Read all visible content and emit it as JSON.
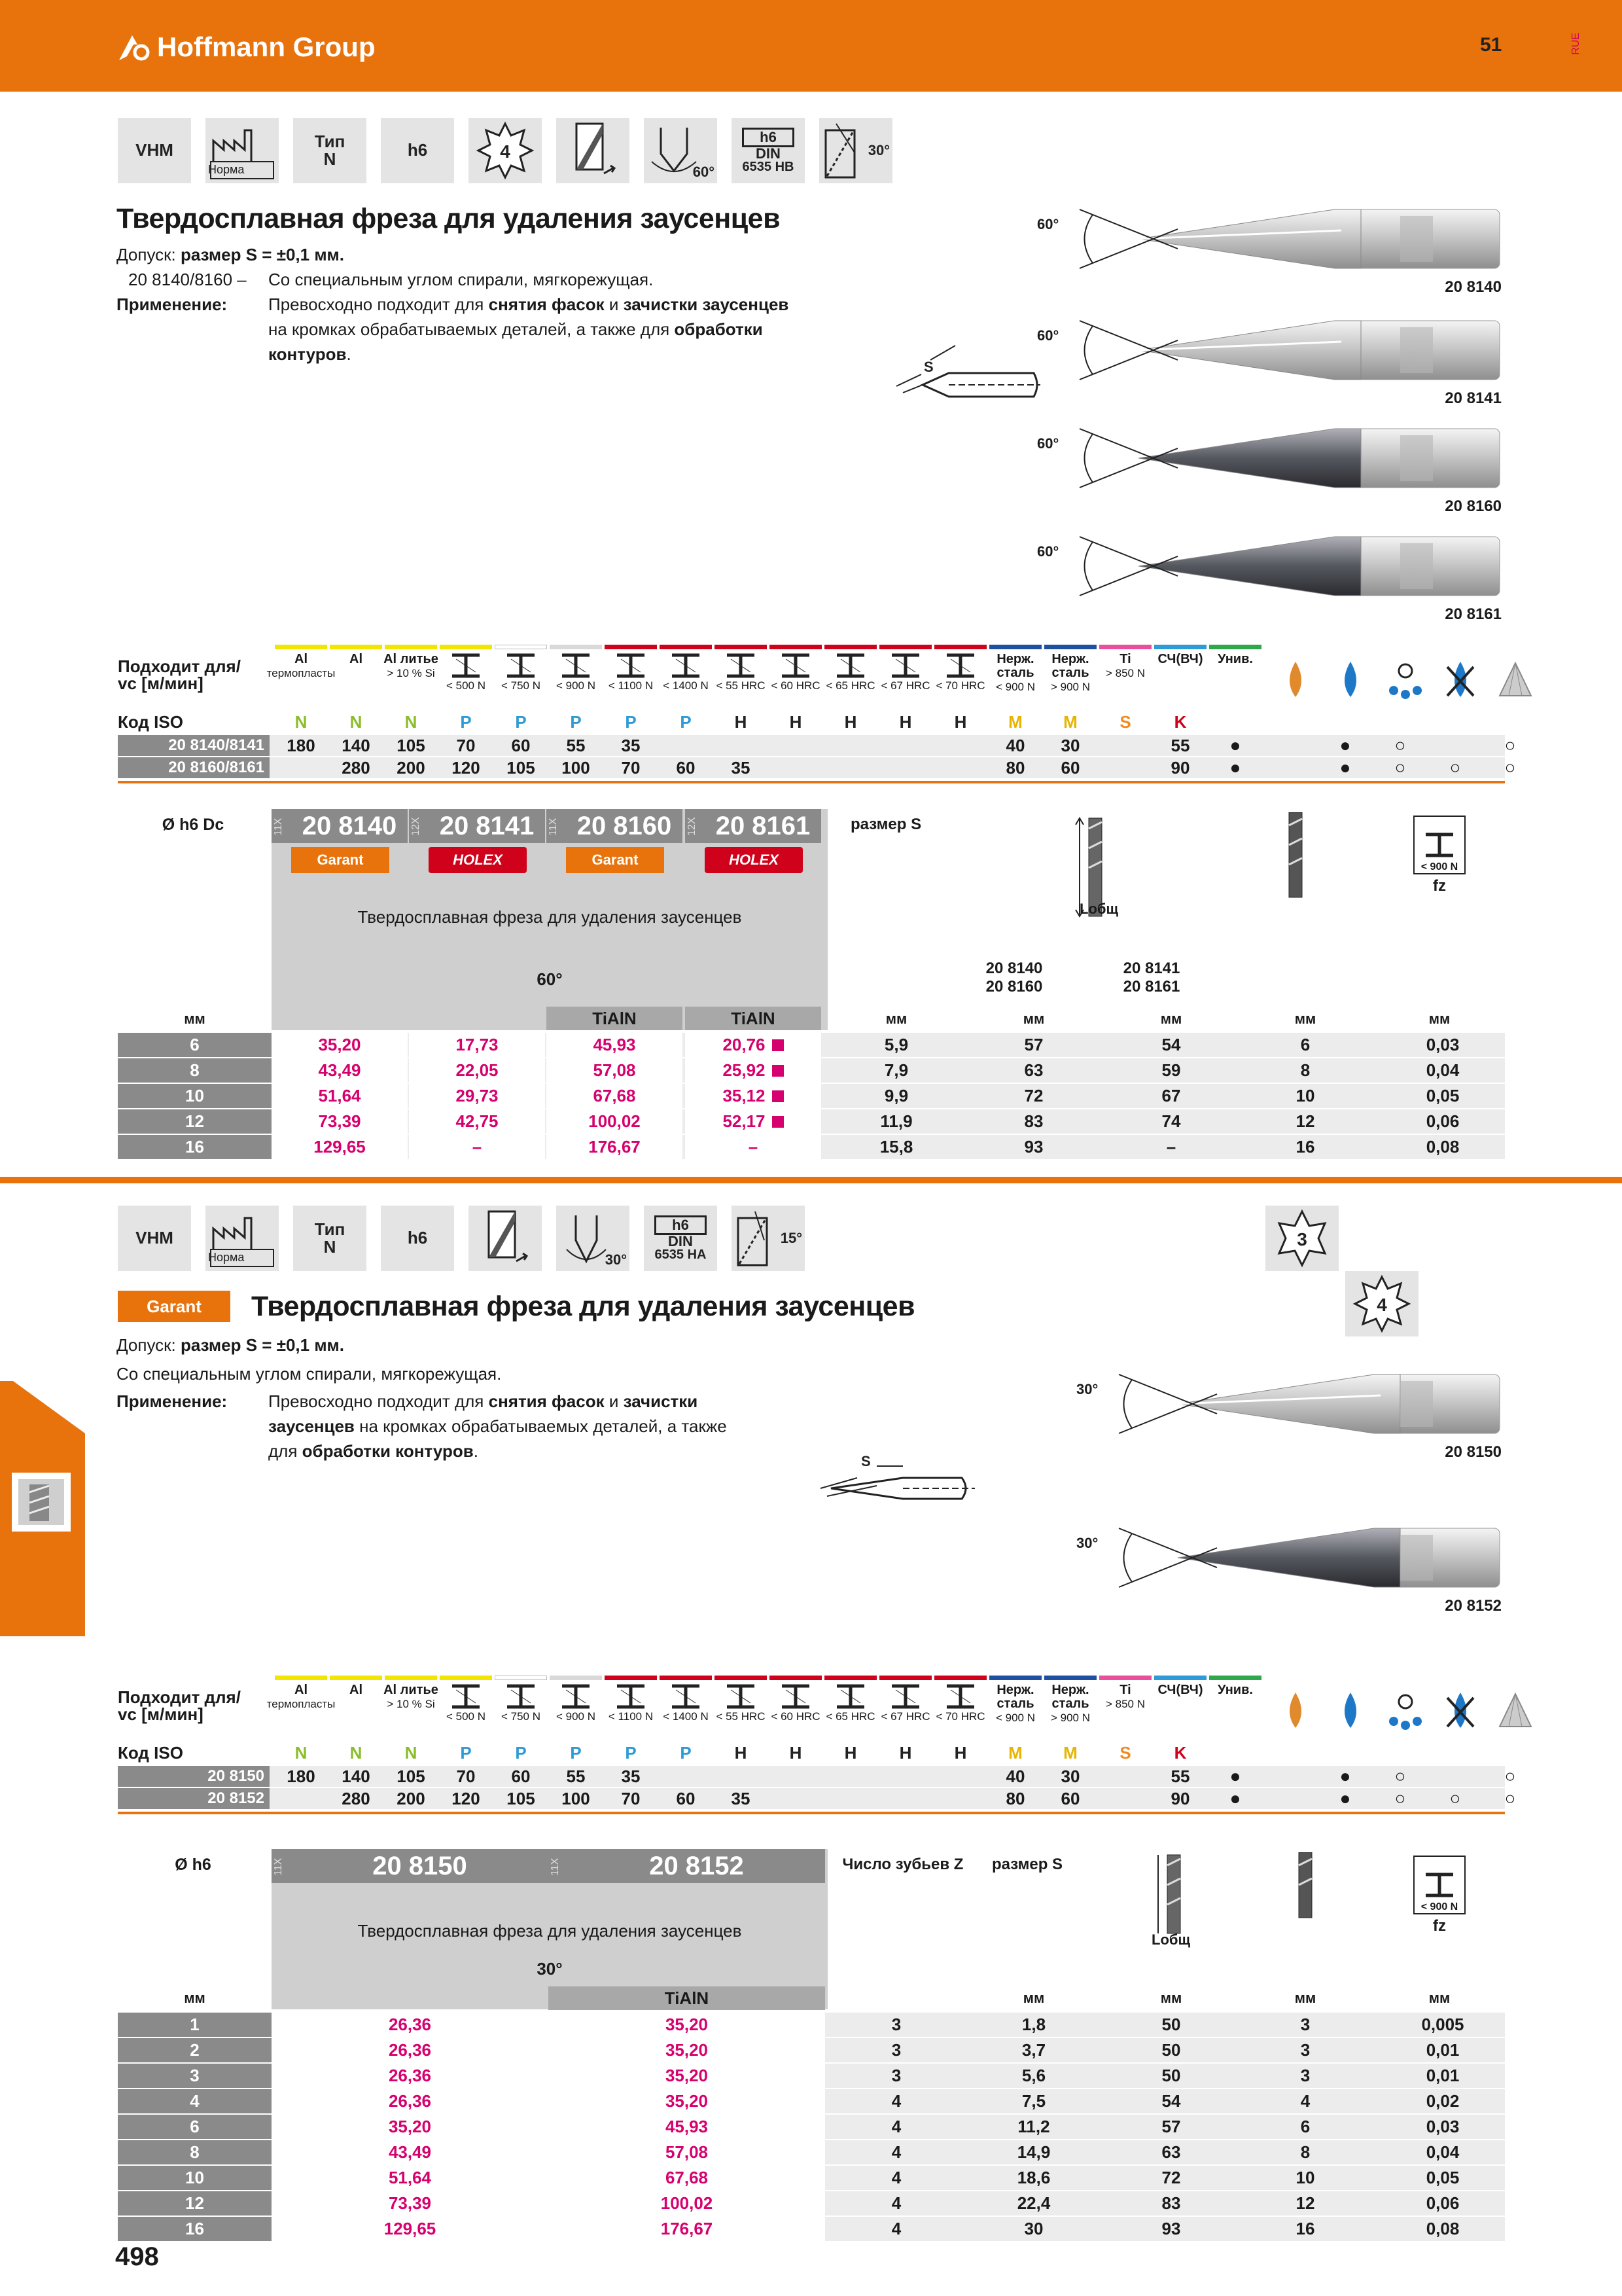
{
  "header": {
    "brand": "Hoffmann Group",
    "page_number": "51",
    "edge_code": "RUE"
  },
  "footer": {
    "page_number": "498"
  },
  "section1": {
    "icons": [
      "VHM",
      "Норма",
      "Тип",
      "N",
      "h6",
      "4",
      "60°",
      "h6",
      "DIN",
      "6535 HB",
      "30°"
    ],
    "title": "Твердосплавная фреза для удаления заусенцев",
    "tolerance_label": "Допуск:",
    "tolerance_value": "размер S = ±0,1 мм.",
    "codes_line_label": "20 8140/8160 –",
    "codes_line_text": "Со специальным углом спирали, мягкорежущая.",
    "apply_label": "Применение:",
    "apply_l1a": "Превосходно подходит для ",
    "apply_l1b": "снятия фасок",
    "apply_l1c": " и ",
    "apply_l1d": "зачистки заусенцев",
    "apply_l2a": "на кромках обрабатываемых деталей, а также для ",
    "apply_l2b": "обработки",
    "apply_l3": "контуров",
    "s_label": "S",
    "tools": [
      {
        "angle": "60°",
        "code": "20 8140"
      },
      {
        "angle": "60°",
        "code": "20 8141"
      },
      {
        "angle": "60°",
        "code": "20 8160"
      },
      {
        "angle": "60°",
        "code": "20 8161"
      }
    ]
  },
  "materials": {
    "title1": "Подходит для/",
    "title2": "vc [м/мин]",
    "iso_label": "Код ISO",
    "cols": [
      {
        "top": "Al",
        "sub": "термопласты",
        "iso": "N",
        "c": "#8bbd2b"
      },
      {
        "top": "Al",
        "sub": "",
        "iso": "N",
        "c": "#8bbd2b"
      },
      {
        "top": "Al литье",
        "sub": "> 10 % Si",
        "iso": "N",
        "c": "#8bbd2b"
      },
      {
        "top": "",
        "sub": "< 500 N",
        "iso": "P",
        "c": "#2e9ad6"
      },
      {
        "top": "",
        "sub": "< 750 N",
        "iso": "P",
        "c": "#2e9ad6"
      },
      {
        "top": "",
        "sub": "< 900 N",
        "iso": "P",
        "c": "#2e9ad6"
      },
      {
        "top": "",
        "sub": "< 1100 N",
        "iso": "P",
        "c": "#2e9ad6"
      },
      {
        "top": "",
        "sub": "< 1400 N",
        "iso": "P",
        "c": "#2e9ad6"
      },
      {
        "top": "",
        "sub": "< 55 HRC",
        "iso": "H",
        "c": "#222"
      },
      {
        "top": "",
        "sub": "< 60 HRC",
        "iso": "H",
        "c": "#222"
      },
      {
        "top": "",
        "sub": "< 65 HRC",
        "iso": "H",
        "c": "#222"
      },
      {
        "top": "",
        "sub": "< 67 HRC",
        "iso": "H",
        "c": "#222"
      },
      {
        "top": "",
        "sub": "< 70 HRC",
        "iso": "H",
        "c": "#222"
      },
      {
        "top": "Нерж. сталь",
        "sub": "< 900 N",
        "iso": "M",
        "c": "#e8b400"
      },
      {
        "top": "Нерж. сталь",
        "sub": "> 900 N",
        "iso": "M",
        "c": "#e8b400"
      },
      {
        "top": "Ti",
        "sub": "> 850 N",
        "iso": "S",
        "c": "#f08c1e"
      },
      {
        "top": "СЧ(ВЧ)",
        "sub": "",
        "iso": "K",
        "c": "#d0021b"
      },
      {
        "top": "Унив.",
        "sub": "",
        "iso": "",
        "c": "#222"
      }
    ],
    "bar_colors": [
      "#f2e500",
      "#f2e500",
      "#f2e500",
      "#f2e500",
      "#ffffff",
      "#d9d9d9",
      "#d0021b",
      "#d0021b",
      "#d0021b",
      "#d0021b",
      "#d0021b",
      "#d0021b",
      "#d0021b",
      "#1f4fa0",
      "#1f4fa0",
      "#e94f9b",
      "#2e9ad6",
      "#2ea84a"
    ]
  },
  "mat1": {
    "rows": [
      {
        "label": "20 8140/8141",
        "vals": [
          "180",
          "140",
          "105",
          "70",
          "60",
          "55",
          "35",
          "",
          "",
          "",
          "",
          "",
          "",
          "40",
          "30",
          "",
          "55",
          ""
        ],
        "cool": [
          "●",
          "",
          "●",
          "○",
          "",
          "○"
        ]
      },
      {
        "label": "20 8160/8161",
        "vals": [
          "",
          "280",
          "200",
          "120",
          "105",
          "100",
          "70",
          "60",
          "35",
          "",
          "",
          "",
          "",
          "80",
          "60",
          "",
          "90",
          ""
        ],
        "cool": [
          "●",
          "",
          "●",
          "○",
          "○",
          "○"
        ]
      }
    ]
  },
  "prod1": {
    "dia_label": "Ø h6 Dc",
    "codes": [
      {
        "pre": "11X",
        "code": "20 8140",
        "brand": "Garant"
      },
      {
        "pre": "12X",
        "code": "20 8141",
        "brand": "HOLEX"
      },
      {
        "pre": "11X",
        "code": "20 8160",
        "brand": "Garant"
      },
      {
        "pre": "12X",
        "code": "20 8161",
        "brand": "HOLEX"
      }
    ],
    "desc": "Твердосплавная фреза для удаления заусенцев",
    "angle": "60°",
    "coat1": "TiAlN",
    "coat2": "TiAlN",
    "size_label": "размер S",
    "l_label": "Lобщ",
    "sub_a1": "20 8140",
    "sub_a2": "20 8160",
    "sub_b1": "20 8141",
    "sub_b2": "20 8161",
    "fz_label": "fz",
    "fz_n": "< 900 N",
    "unit": "мм",
    "rows": [
      {
        "d": "6",
        "p": [
          "35,20",
          "17,73",
          "45,93",
          "20,76"
        ],
        "sq": true,
        "s": "5,9",
        "l1": "57",
        "l2": "54",
        "d2": "6",
        "fz": "0,03"
      },
      {
        "d": "8",
        "p": [
          "43,49",
          "22,05",
          "57,08",
          "25,92"
        ],
        "sq": true,
        "s": "7,9",
        "l1": "63",
        "l2": "59",
        "d2": "8",
        "fz": "0,04"
      },
      {
        "d": "10",
        "p": [
          "51,64",
          "29,73",
          "67,68",
          "35,12"
        ],
        "sq": true,
        "s": "9,9",
        "l1": "72",
        "l2": "67",
        "d2": "10",
        "fz": "0,05"
      },
      {
        "d": "12",
        "p": [
          "73,39",
          "42,75",
          "100,02",
          "52,17"
        ],
        "sq": true,
        "s": "11,9",
        "l1": "83",
        "l2": "74",
        "d2": "12",
        "fz": "0,06"
      },
      {
        "d": "16",
        "p": [
          "129,65",
          "–",
          "176,67",
          "–"
        ],
        "sq": false,
        "s": "15,8",
        "l1": "93",
        "l2": "–",
        "d2": "16",
        "fz": "0,08"
      }
    ]
  },
  "section2": {
    "icons": [
      "VHM",
      "Норма",
      "Тип",
      "N",
      "h6",
      "30°",
      "h6",
      "DIN",
      "6535 HA",
      "15°",
      "3",
      "4"
    ],
    "title": "Твердосплавная фреза для удаления заусенцев",
    "tolerance_label": "Допуск:",
    "tolerance_value": "размер S = ±0,1 мм.",
    "line2": "Со специальным углом спирали, мягкорежущая.",
    "apply_label": "Применение:",
    "apply_l1a": "Превосходно подходит для ",
    "apply_l1b": "снятия фасок",
    "apply_l1c": " и ",
    "apply_l1d": "зачистки",
    "apply_l2a": "заусенцев",
    "apply_l2b": " на кромках обрабатываемых деталей, а также",
    "apply_l3a": "для ",
    "apply_l3b": "обработки контуров",
    "apply_l3c": ".",
    "s_label": "S",
    "tools": [
      {
        "angle": "30°",
        "code": "20 8150"
      },
      {
        "angle": "30°",
        "code": "20 8152"
      }
    ]
  },
  "mat2": {
    "rows": [
      {
        "label": "20 8150",
        "vals": [
          "180",
          "140",
          "105",
          "70",
          "60",
          "55",
          "35",
          "",
          "",
          "",
          "",
          "",
          "",
          "40",
          "30",
          "",
          "55",
          ""
        ],
        "cool": [
          "●",
          "",
          "●",
          "○",
          "",
          "○"
        ]
      },
      {
        "label": "20 8152",
        "vals": [
          "",
          "280",
          "200",
          "120",
          "105",
          "100",
          "70",
          "60",
          "35",
          "",
          "",
          "",
          "",
          "80",
          "60",
          "",
          "90",
          ""
        ],
        "cool": [
          "●",
          "",
          "●",
          "○",
          "○",
          "○"
        ]
      }
    ]
  },
  "prod2": {
    "dia_label": "Ø h6",
    "codes": [
      {
        "pre": "11X",
        "code": "20 8150"
      },
      {
        "pre": "11X",
        "code": "20 8152"
      }
    ],
    "desc": "Твердосплавная фреза для удаления заусенцев",
    "angle": "30°",
    "coat": "TiAlN",
    "z_label": "Число зубьев Z",
    "size_label": "размер S",
    "l_label": "Lобщ",
    "fz_label": "fz",
    "fz_n": "< 900 N",
    "unit": "мм",
    "rows": [
      {
        "d": "1",
        "p": [
          "26,36",
          "35,20"
        ],
        "z": "3",
        "s": "1,8",
        "l": "50",
        "d2": "3",
        "fz": "0,005"
      },
      {
        "d": "2",
        "p": [
          "26,36",
          "35,20"
        ],
        "z": "3",
        "s": "3,7",
        "l": "50",
        "d2": "3",
        "fz": "0,01"
      },
      {
        "d": "3",
        "p": [
          "26,36",
          "35,20"
        ],
        "z": "3",
        "s": "5,6",
        "l": "50",
        "d2": "3",
        "fz": "0,01"
      },
      {
        "d": "4",
        "p": [
          "26,36",
          "35,20"
        ],
        "z": "4",
        "s": "7,5",
        "l": "54",
        "d2": "4",
        "fz": "0,02"
      },
      {
        "d": "6",
        "p": [
          "35,20",
          "45,93"
        ],
        "z": "4",
        "s": "11,2",
        "l": "57",
        "d2": "6",
        "fz": "0,03"
      },
      {
        "d": "8",
        "p": [
          "43,49",
          "57,08"
        ],
        "z": "4",
        "s": "14,9",
        "l": "63",
        "d2": "8",
        "fz": "0,04"
      },
      {
        "d": "10",
        "p": [
          "51,64",
          "67,68"
        ],
        "z": "4",
        "s": "18,6",
        "l": "72",
        "d2": "10",
        "fz": "0,05"
      },
      {
        "d": "12",
        "p": [
          "73,39",
          "100,02"
        ],
        "z": "4",
        "s": "22,4",
        "l": "83",
        "d2": "12",
        "fz": "0,06"
      },
      {
        "d": "16",
        "p": [
          "129,65",
          "176,67"
        ],
        "z": "4",
        "s": "30",
        "l": "93",
        "d2": "16",
        "fz": "0,08"
      }
    ]
  }
}
